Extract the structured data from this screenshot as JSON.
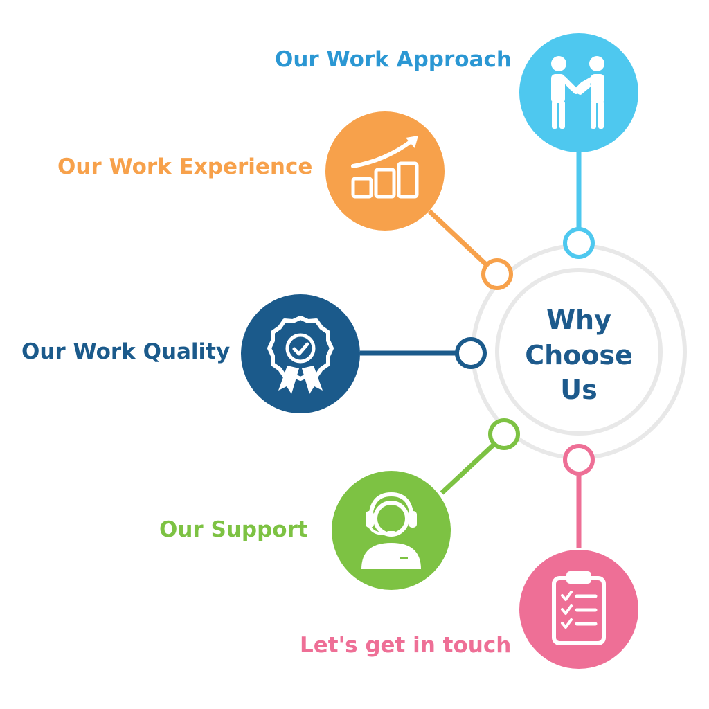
{
  "hub": {
    "lines": [
      "Why",
      "Choose",
      "Us"
    ],
    "color": "#1d5a8c",
    "ring_color": "#e8e8e8"
  },
  "nodes": {
    "approach": {
      "label": "Our Work Approach",
      "icon": "handshake-icon",
      "color": "#4ec8ef",
      "text_color": "#2b97d3"
    },
    "experience": {
      "label": "Our Work Experience",
      "icon": "growth-chart-icon",
      "color": "#f7a14b",
      "text_color": "#f7a14b"
    },
    "quality": {
      "label": "Our Work Quality",
      "icon": "quality-badge-icon",
      "color": "#1b5a8b",
      "text_color": "#1b5a8b"
    },
    "support": {
      "label": "Our Support",
      "icon": "support-agent-icon",
      "color": "#7dc243",
      "text_color": "#7dc243"
    },
    "touch": {
      "label": "Let's get in touch",
      "icon": "clipboard-checklist-icon",
      "color": "#ee6f96",
      "text_color": "#ee6f96"
    }
  }
}
